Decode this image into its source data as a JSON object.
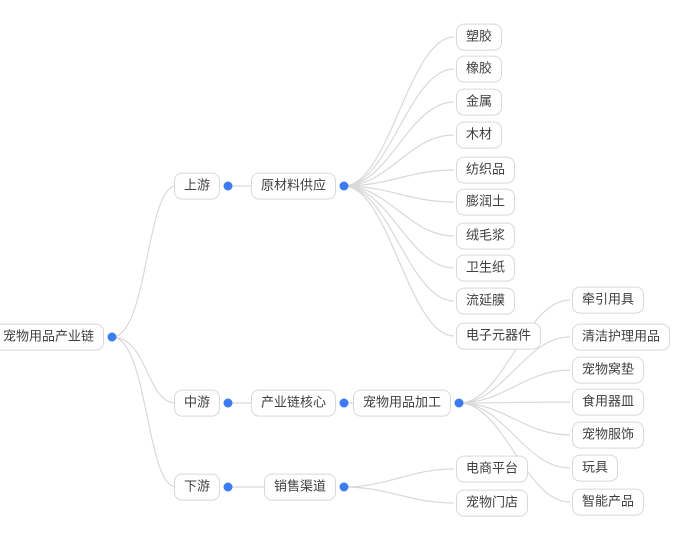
{
  "mindmap": {
    "root": {
      "label": "宠物用品产业链"
    },
    "branches": [
      {
        "label": "上游",
        "children": [
          {
            "label": "原材料供应",
            "children": [
              {
                "label": "塑胶"
              },
              {
                "label": "橡胶"
              },
              {
                "label": "金属"
              },
              {
                "label": "木材"
              },
              {
                "label": "纺织品"
              },
              {
                "label": "膨润土"
              },
              {
                "label": "绒毛浆"
              },
              {
                "label": "卫生纸"
              },
              {
                "label": "流延膜"
              },
              {
                "label": "电子元器件"
              }
            ]
          }
        ]
      },
      {
        "label": "中游",
        "children": [
          {
            "label": "产业链核心",
            "children": [
              {
                "label": "宠物用品加工",
                "children": [
                  {
                    "label": "牵引用具"
                  },
                  {
                    "label": "清洁护理用品"
                  },
                  {
                    "label": "宠物窝垫"
                  },
                  {
                    "label": "食用器皿"
                  },
                  {
                    "label": "宠物服饰"
                  },
                  {
                    "label": "玩具"
                  },
                  {
                    "label": "智能产品"
                  }
                ]
              }
            ]
          }
        ]
      },
      {
        "label": "下游",
        "children": [
          {
            "label": "销售渠道",
            "children": [
              {
                "label": "电商平台"
              },
              {
                "label": "宠物门店"
              }
            ]
          }
        ]
      }
    ],
    "colors": {
      "dot": "#3b7cf2",
      "line": "#d9d9d9",
      "node_border": "#d9d9d9",
      "node_text": "#3f3f3f",
      "background": "#ffffff"
    }
  }
}
